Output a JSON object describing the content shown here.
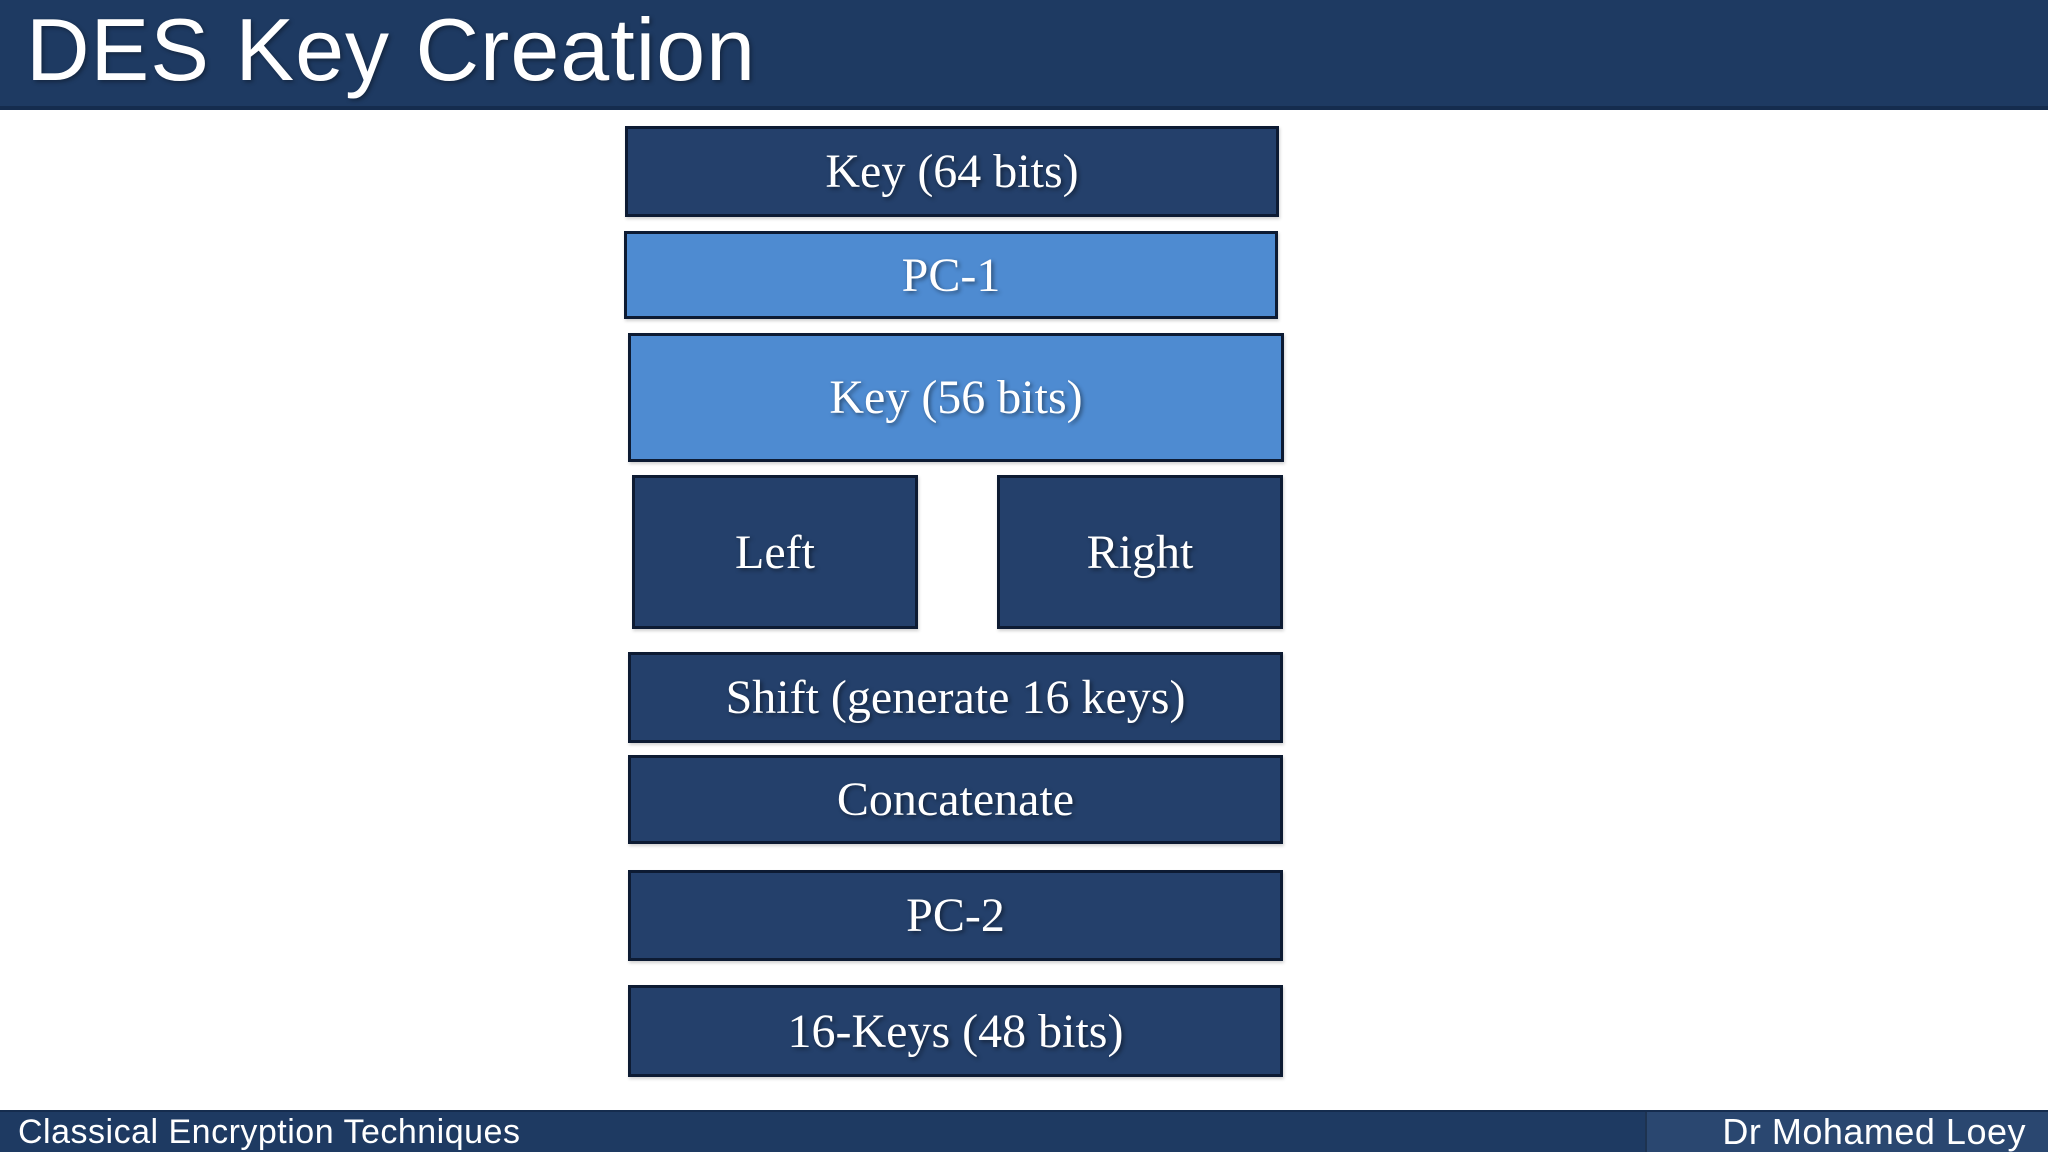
{
  "title": "DES Key Creation",
  "diagram": {
    "boxes": [
      {
        "id": "key-64",
        "label": "Key (64 bits)",
        "variant": "dark"
      },
      {
        "id": "pc-1",
        "label": "PC-1",
        "variant": "light"
      },
      {
        "id": "key-56",
        "label": "Key (56 bits)",
        "variant": "light"
      },
      {
        "id": "left-half",
        "label": "Left",
        "variant": "dark"
      },
      {
        "id": "right-half",
        "label": "Right",
        "variant": "dark"
      },
      {
        "id": "shift",
        "label": "Shift (generate 16 keys)",
        "variant": "dark"
      },
      {
        "id": "concatenate",
        "label": "Concatenate",
        "variant": "dark"
      },
      {
        "id": "pc-2",
        "label": "PC-2",
        "variant": "dark"
      },
      {
        "id": "keys-16",
        "label": "16-Keys (48 bits)",
        "variant": "dark"
      }
    ]
  },
  "footer": {
    "left": "Classical Encryption Techniques",
    "right": "Dr Mohamed Loey"
  },
  "colors": {
    "bar_navy": "#1e3a62",
    "bar_edge": "#152c4e",
    "box_navy": "#24406b",
    "box_blue": "#4e8bd1",
    "box_border": "#0d1b33",
    "footer_panel": "#2a4770",
    "text_white": "#ffffff"
  }
}
